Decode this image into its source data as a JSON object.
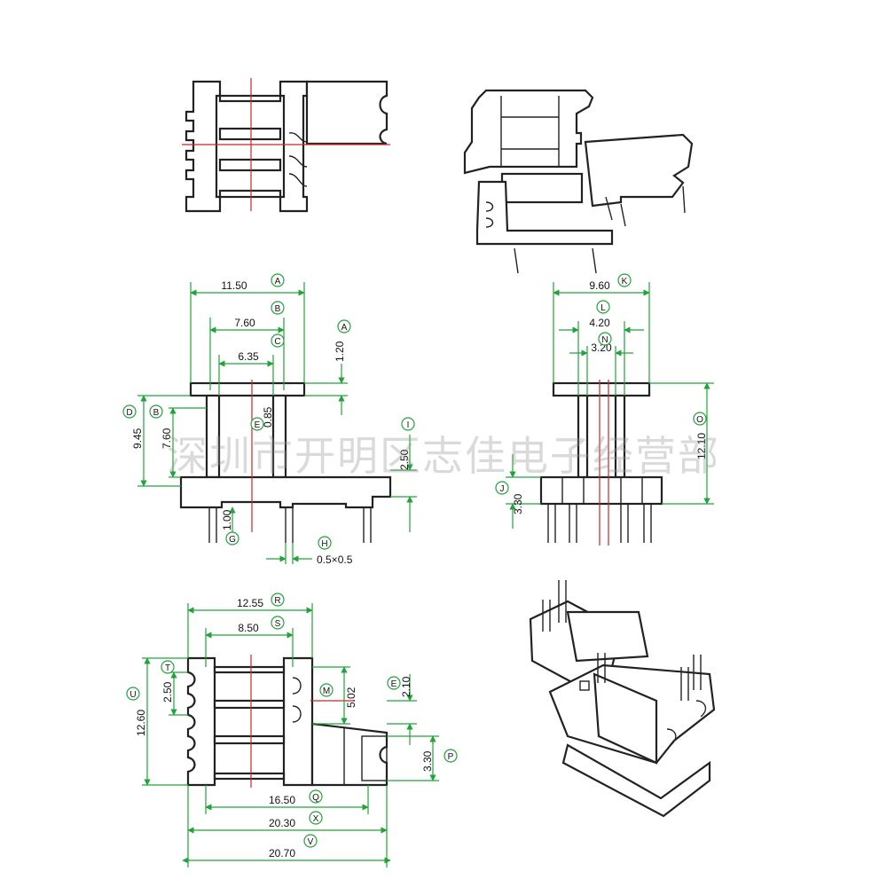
{
  "watermark": "深圳市开明区志佳电子经营部",
  "views": {
    "top_view": {
      "name": "top view"
    },
    "iso_view_1": {
      "name": "isometric view 1"
    },
    "front_view": {
      "dims": {
        "A_width": "11.50",
        "B_width": "7.60",
        "C_width": "6.35",
        "A_height": "1.20",
        "D_height": "9.45",
        "B_height": "7.60",
        "E_value": "0.85",
        "I_height": "2.50",
        "G_height": "1.00",
        "H_pin": "0.5×0.5"
      },
      "labels": {
        "A1": "A",
        "B1": "B",
        "C": "C",
        "A2": "A",
        "D": "D",
        "B2": "B",
        "E": "E",
        "I": "I",
        "G": "G",
        "H": "H"
      }
    },
    "side_view": {
      "dims": {
        "K_width": "9.60",
        "L_width": "4.20",
        "N_width": "3.20",
        "O_height": "12.10",
        "J_height": "3.30"
      },
      "labels": {
        "K": "K",
        "L": "L",
        "N": "N",
        "O": "O",
        "J": "J"
      }
    },
    "bottom_view": {
      "dims": {
        "R_width": "12.55",
        "S_width": "8.50",
        "M_value": "5.02",
        "E_value": "2.10",
        "T_value": "2.50",
        "U_value": "12.60",
        "P_value": "3.30",
        "Q_value": "16.50",
        "X_value": "20.30",
        "V_value": "20.70"
      },
      "labels": {
        "R": "R",
        "S": "S",
        "T": "T",
        "U": "U",
        "M": "M",
        "E": "E",
        "P": "P",
        "Q": "Q",
        "X": "X",
        "V": "V"
      }
    },
    "iso_view_2": {
      "name": "isometric view 2"
    }
  }
}
